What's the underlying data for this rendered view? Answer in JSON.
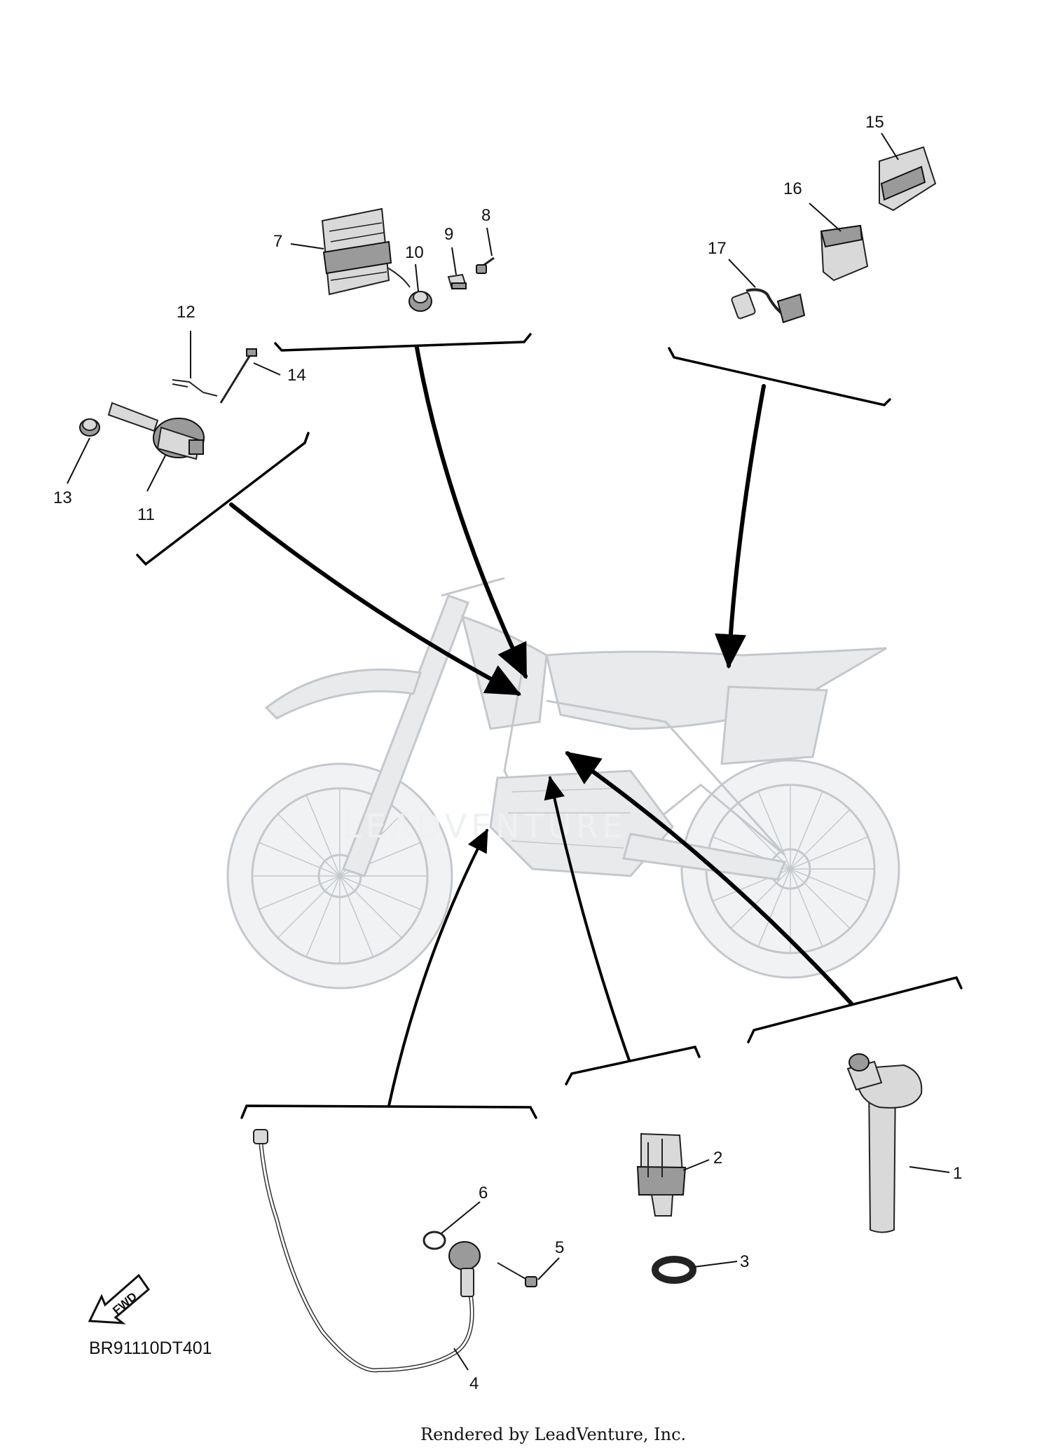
{
  "diagram_code": "BR91110DT401",
  "footer": "Rendered by LeadVenture, Inc.",
  "watermark": "LEADVENTURE",
  "fwd_label": "FWD",
  "callouts": [
    "1",
    "2",
    "3",
    "4",
    "5",
    "6",
    "7",
    "8",
    "9",
    "10",
    "11",
    "12",
    "13",
    "14",
    "15",
    "16",
    "17"
  ]
}
